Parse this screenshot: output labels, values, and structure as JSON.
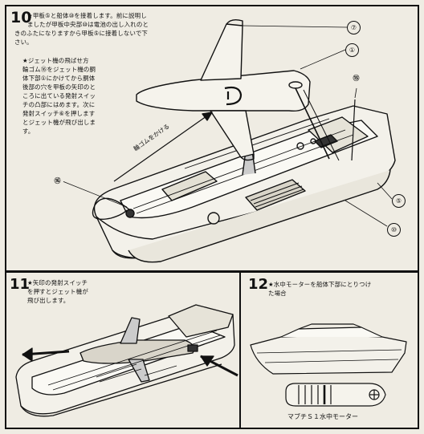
{
  "steps": [
    {
      "number": "10",
      "text_lines": [
        "★甲板⑤と船体⑩を接着します。前に説明し",
        "ましたが甲板中央部⑩は電池の出し入れのと",
        "きのふたになりますから甲板⑤に接着しないで下",
        "さい。",
        "★ジェット機の飛ばせ方",
        "輪ゴム⑯をジェット機の胴",
        "体下部①にかけてから胴体",
        "後部の穴を甲板の矢印のと",
        "ころに出ている発射スイッ",
        "チの凸部にはめます。次に",
        "発射スイッチ⑥を押します",
        "とジェット機が飛び出しま",
        "す。"
      ],
      "arrow_label": "輪ゴムをかける",
      "callouts": [
        "⑦",
        "①",
        "⑮",
        "⑯",
        "⑤",
        "⑩"
      ]
    },
    {
      "number": "11",
      "text_lines": [
        "★矢印の発射スイッチ",
        "を押すとジェット機が",
        "飛び出します。"
      ]
    },
    {
      "number": "12",
      "text_lines": [
        "★水中モーターを船体下部にとりつけ",
        "た場合"
      ],
      "caption": "マブチＳ１水中モーター"
    }
  ]
}
